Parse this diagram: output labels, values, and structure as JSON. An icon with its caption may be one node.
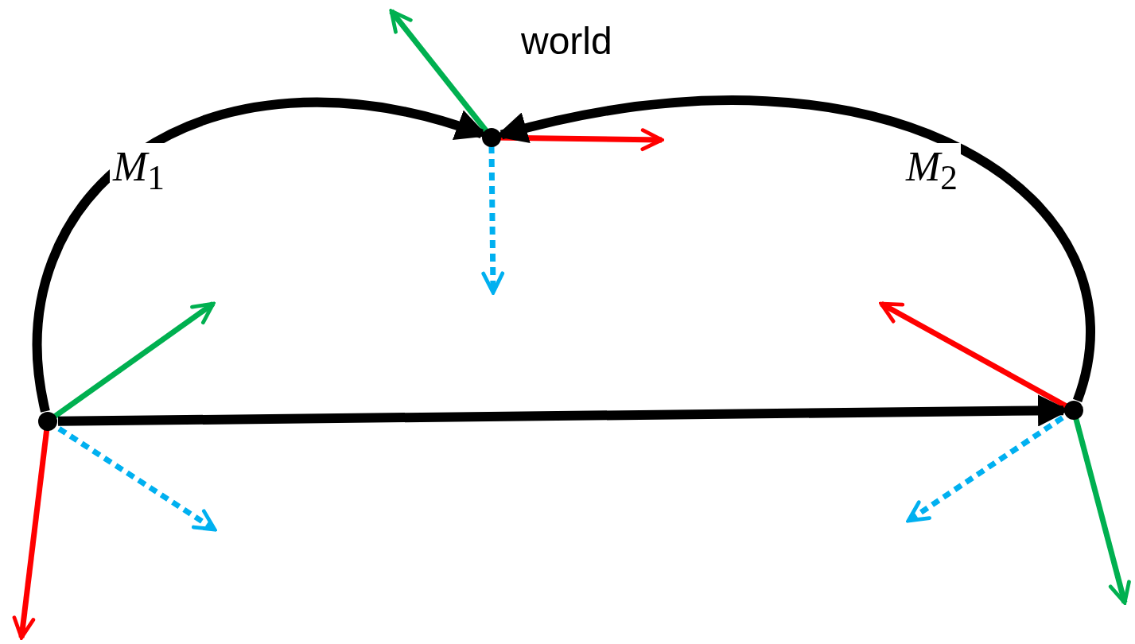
{
  "diagram": {
    "nodes": [
      {
        "text": [],
        "shape": "circle",
        "beside": [
          "world"
        ]
      },
      {
        "text": [],
        "shape": "circle"
      },
      {
        "text": [],
        "shape": "circle"
      }
    ],
    "edges": [
      {
        "from": 1,
        "to": 0,
        "arrow": "to",
        "label": "*M*$_{1}$"
      },
      {
        "from": 2,
        "to": 0,
        "arrow": "to",
        "label": "*M*$_{2}$"
      },
      {
        "from": 1,
        "to": 2,
        "arrow": "to"
      }
    ]
  }
}
